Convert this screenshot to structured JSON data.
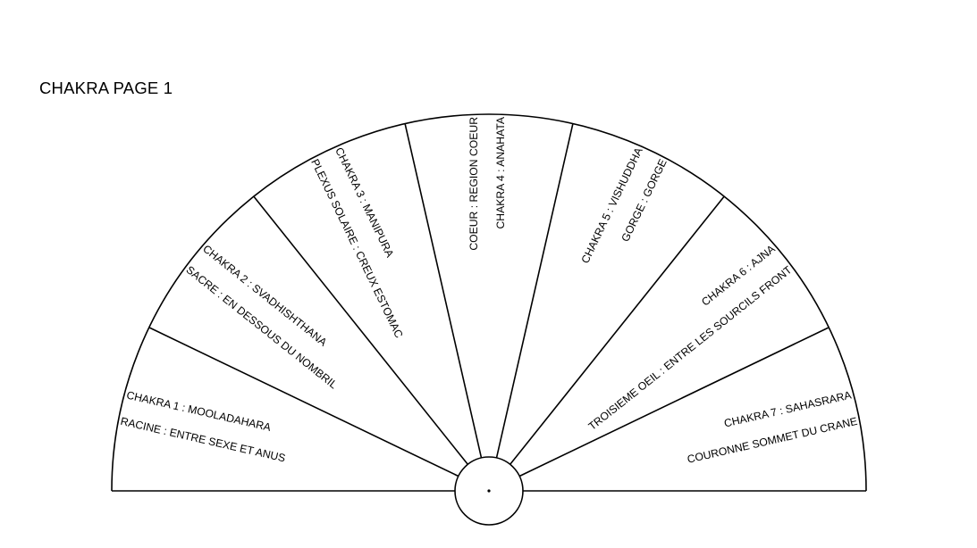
{
  "page": {
    "title": "CHAKRA PAGE 1"
  },
  "colors": {
    "stroke": "#000000",
    "background": "#ffffff"
  },
  "chart_data": {
    "type": "diagram",
    "shape": "semicircle-fan",
    "sector_count": 7,
    "sectors": [
      {
        "name": "CHAKRA 1 : MOOLADAHARA",
        "location": "RACINE : ENTRE SEXE ET ANUS"
      },
      {
        "name": "CHAKRA 2 : SVADHISHTHANA",
        "location": "SACRE : EN DESSOUS DU NOMBRIL"
      },
      {
        "name": "CHAKRA 3 : MANIPURA",
        "location": "PLEXUS SOLAIRE : CREUX ESTOMAC"
      },
      {
        "name": "CHAKRA 4 : ANAHATA",
        "location": "COEUR : REGION COEUR"
      },
      {
        "name": "CHAKRA 5 : VISHUDDHA",
        "location": "GORGE : GORGE"
      },
      {
        "name": "CHAKRA 6 : AJNA",
        "location": "TROISIEME OEIL : ENTRE LES SOURCILS FRONT"
      },
      {
        "name": "CHAKRA 7 : SAHASRARA",
        "location": "COURONNE SOMMET DU CRANE"
      }
    ]
  }
}
